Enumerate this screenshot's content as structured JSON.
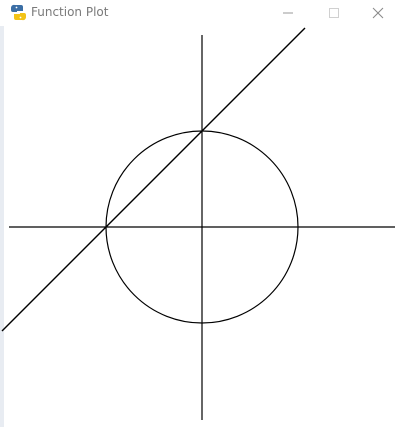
{
  "window": {
    "title": "Function Plot",
    "icon": "python-icon",
    "controls": [
      "minimize-icon",
      "maximize-icon",
      "close-icon"
    ]
  },
  "plot": {
    "stroke_color": "#000000",
    "background_color": "#ffffff",
    "shapes": [
      "x-axis",
      "y-axis",
      "circle",
      "line"
    ]
  }
}
